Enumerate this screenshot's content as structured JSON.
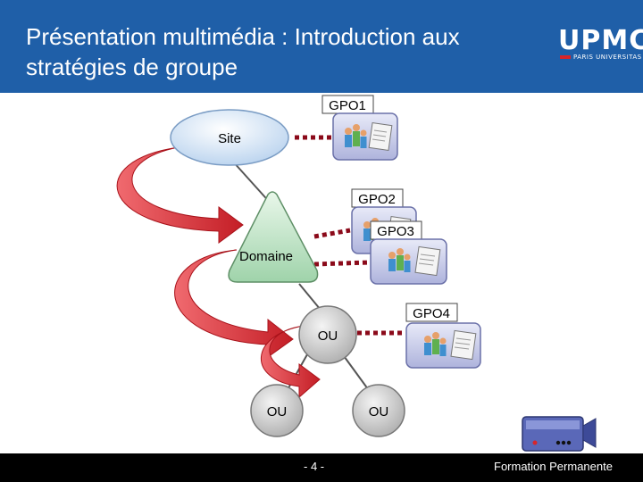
{
  "slide": {
    "title": "Présentation multimédia : Introduction aux stratégies de groupe",
    "logo": {
      "main": "UPMC",
      "sub": "PARIS UNIVERSITAS"
    },
    "page_number": "- 4 -",
    "footer": "Formation Permanente"
  },
  "diagram": {
    "site_label": "Site",
    "domain_label": "Domaine",
    "ou_labels": [
      "OU",
      "OU",
      "OU"
    ],
    "gpo_labels": [
      "GPO1",
      "GPO2",
      "GPO3",
      "GPO4"
    ]
  },
  "colors": {
    "header": "#1f5fa8",
    "site": "#dbe9f7",
    "domain": "#bfe3c5",
    "ou": "#cfcfcf",
    "arrow": "#d8343a",
    "link_dots": "#8b0a1a"
  }
}
